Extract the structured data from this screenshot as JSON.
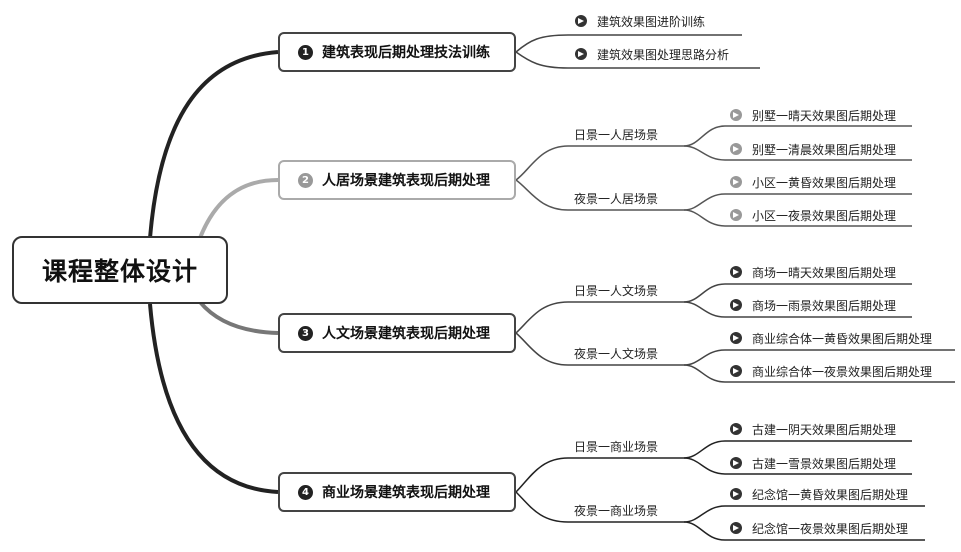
{
  "root": {
    "title": "课程整体设计"
  },
  "branches": [
    {
      "num": "1",
      "title": "建筑表现后期处理技法训练",
      "leaves": [
        "建筑效果图进阶训练",
        "建筑效果图处理思路分析"
      ]
    },
    {
      "num": "2",
      "title": "人居场景建筑表现后期处理",
      "groups": [
        {
          "label": "日景一人居场景",
          "leaves": [
            "别墅一晴天效果图后期处理",
            "别墅一清晨效果图后期处理"
          ]
        },
        {
          "label": "夜景一人居场景",
          "leaves": [
            "小区一黄昏效果图后期处理",
            "小区一夜景效果图后期处理"
          ]
        }
      ]
    },
    {
      "num": "3",
      "title": "人文场景建筑表现后期处理",
      "groups": [
        {
          "label": "日景一人文场景",
          "leaves": [
            "商场一晴天效果图后期处理",
            "商场一雨景效果图后期处理"
          ]
        },
        {
          "label": "夜景一人文场景",
          "leaves": [
            "商业综合体一黄昏效果图后期处理",
            "商业综合体一夜景效果图后期处理"
          ]
        }
      ]
    },
    {
      "num": "4",
      "title": "商业场景建筑表现后期处理",
      "groups": [
        {
          "label": "日景一商业场景",
          "leaves": [
            "古建一阴天效果图后期处理",
            "古建一雪景效果图后期处理"
          ]
        },
        {
          "label": "夜景一商业场景",
          "leaves": [
            "纪念馆一黄昏效果图后期处理",
            "纪念馆一夜景效果图后期处理"
          ]
        }
      ]
    }
  ]
}
